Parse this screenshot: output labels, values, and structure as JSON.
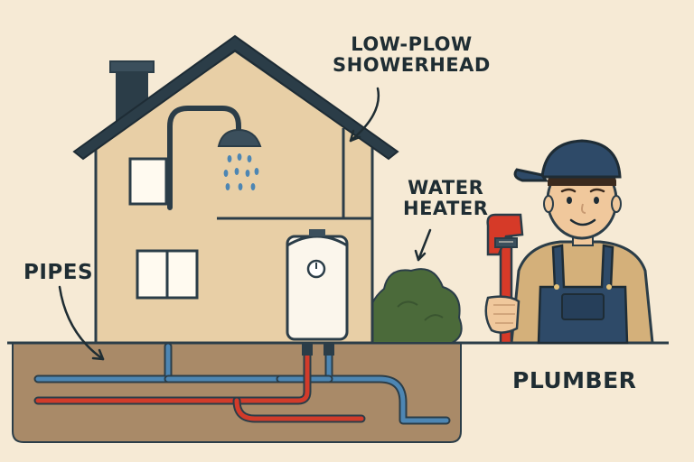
{
  "labels": {
    "showerhead": {
      "line1": "LOW-PLOW",
      "line2": "SHOWERHEAD"
    },
    "water_heater": {
      "line1": "WATER",
      "line2": "HEATER"
    },
    "pipes": "PIPES",
    "plumber": "PLUMBER"
  },
  "icons": [
    "house",
    "chimney",
    "window",
    "shower-pipe",
    "showerhead-icon",
    "water-drops",
    "water-heater-icon",
    "pressure-gauge-icon",
    "bush",
    "underground-pipes",
    "plumber-figure",
    "pipe-wrench-icon"
  ],
  "colors": {
    "background": "#f6ead5",
    "house_wall": "#e8cfa6",
    "roof": "#2b3d48",
    "ground": "#a98a68",
    "cold_pipe": "#4d86b3",
    "hot_pipe": "#d23b2a",
    "bush": "#4b6a3a",
    "overalls": "#2e4a68",
    "wrench": "#d63a28"
  }
}
